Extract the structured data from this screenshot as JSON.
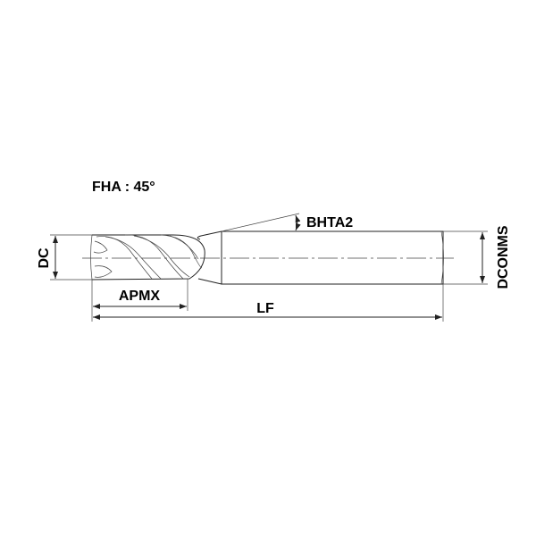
{
  "title": "End mill dimension drawing",
  "labels": {
    "fha": "FHA : 45°",
    "bhta2": "BHTA2",
    "dc": "DC",
    "apmx": "APMX",
    "lf": "LF",
    "dconms": "DCONMS"
  },
  "colors": {
    "line": "#222222",
    "text": "#000000",
    "background": "#ffffff"
  }
}
